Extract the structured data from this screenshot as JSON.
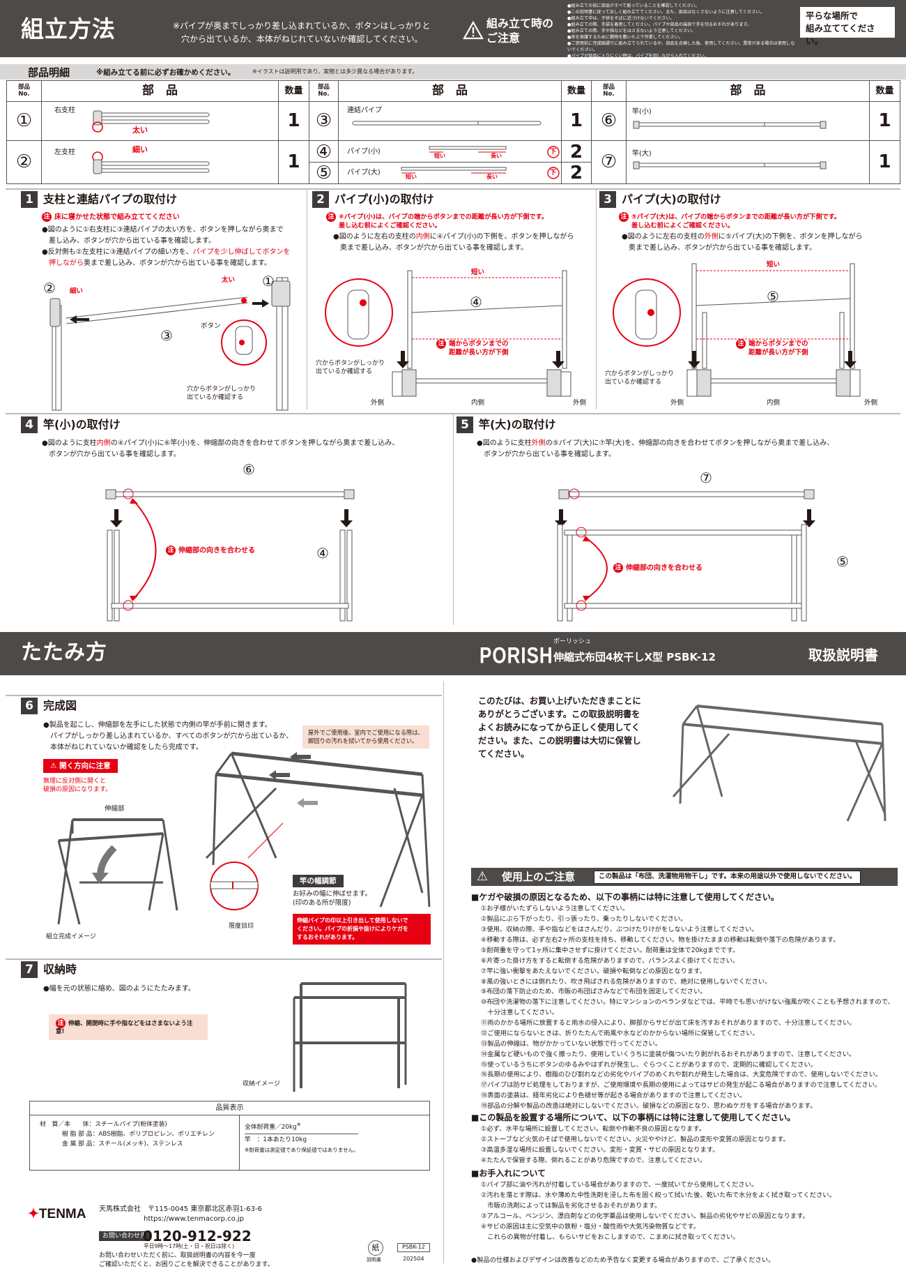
{
  "header": {
    "title": "組立方法",
    "note_line1": "※パイプが奥までしっかり差し込まれているか、ボタンはしっかりと",
    "note_line2": "穴から出ているか、本体がねじれていないか確認してください。",
    "caution_title_1": "組み立て時の",
    "caution_title_2": "ご注意",
    "caution_items": [
      "●組み立ての前に部品がすべて揃っていることを確認してください。",
      "●この説明書に従って正しく組み立ててください。また、部品はなくさないように注意してください。",
      "●組み立て中は、子供をそばに近づけないでください。",
      "●組み立ての際、手袋を着用してください。パイプや部品の端部で手を切るおそれがあります。",
      "●組み立ての際、手や指などをはさまないよう注意してください。",
      "●床を保護するために敷物を敷いた上で作業してください。",
      "●ご使用前に完成図通りに組み立てられているか、部品を点検した後、使用してください。異常がある場合は使用しないでください。",
      "●パイプが部品に入りにくい時は、パイプを回しながら入れてください。"
    ],
    "flat_place_1": "平らな場所で",
    "flat_place_2": "組み立ててください。"
  },
  "parts": {
    "title": "部品明細",
    "note": "※組み立てる前に必ずお確かめください。",
    "note_small": "※イラストは説明用であり、実物とは多少異なる場合があります。",
    "col_no_1": "部品",
    "col_no_2": "No.",
    "col_part": "部　品",
    "col_qty": "数量",
    "items": [
      {
        "no": "①",
        "name": "右支柱",
        "label": "太い",
        "qty": "1"
      },
      {
        "no": "②",
        "name": "左支柱",
        "label": "細い",
        "qty": "1"
      },
      {
        "no": "③",
        "name": "連結パイプ",
        "label": "",
        "qty": "1"
      },
      {
        "no": "④",
        "name": "パイプ(小)",
        "label_short": "短い",
        "label_long": "長い",
        "label_bottom": "下",
        "qty": "2"
      },
      {
        "no": "⑤",
        "name": "パイプ(大)",
        "label_short": "短い",
        "label_long": "長い",
        "label_bottom": "下",
        "qty": "2"
      },
      {
        "no": "⑥",
        "name": "竿(小)",
        "label": "",
        "qty": "1"
      },
      {
        "no": "⑦",
        "name": "竿(大)",
        "label": "",
        "qty": "1"
      }
    ]
  },
  "steps": [
    {
      "num": "1",
      "title": "支柱と連結パイプの取付け",
      "warning": "床に寝かせた状態で組み立ててください",
      "bullet1": "●図のように①右支柱に③連結パイプの太い方を、ボタンを押しながら奥まで",
      "bullet1b": "差し込み、ボタンが穴から出ている事を確認します。",
      "bullet2a": "●反対側も②左支柱に③連結パイプの細い方を、",
      "bullet2red": "パイプを少し伸ばしてボタンを",
      "bullet2red2": "押しながら",
      "bullet2b": "奥まで差し込み、ボタンが穴から出ている事を確認します。",
      "label_thin": "細い",
      "label_thick": "太い",
      "label_button": "ボタン",
      "label_check_1": "穴からボタンがしっかり",
      "label_check_2": "出ているか確認する",
      "n1": "①",
      "n2": "②",
      "n3": "③"
    },
    {
      "num": "2",
      "title": "パイプ(小)の取付け",
      "warning_1": "④パイプ(小)は、パイプの端からボタンまでの距離が長い方が下側です。",
      "warning_2": "差し込む前によくご確認ください。",
      "bullet_a": "●図のように左右の支柱の",
      "bullet_red": "内側",
      "bullet_b": "に④パイプ(小)の下側を、ボタンを押しながら",
      "bullet_c": "奥まで差し込み、ボタンが穴から出ている事を確認します。",
      "label_short": "短い",
      "label_long_1": "端からボタンまでの",
      "label_long_2": "距離が長い方が下側",
      "label_check_1": "穴からボタンがしっかり",
      "label_check_2": "出ているか確認する",
      "outer_l": "外側",
      "inner": "内側",
      "outer_r": "外側",
      "n": "④"
    },
    {
      "num": "3",
      "title": "パイプ(大)の取付け",
      "warning_1": "⑤パイプ(大)は、パイプの端からボタンまでの距離が長い方が下側です。",
      "warning_2": "差し込む前によくご確認ください。",
      "bullet_a": "●図のように左右の支柱の",
      "bullet_red": "外側",
      "bullet_b": "に⑤パイプ(大)の下側を、ボタンを押しながら",
      "bullet_c": "奥まで差し込み、ボタンが穴から出ている事を確認します。",
      "label_short": "短い",
      "label_long_1": "端からボタンまでの",
      "label_long_2": "距離が長い方が下側",
      "label_check_1": "穴からボタンがしっかり",
      "label_check_2": "出ているか確認する",
      "outer_l": "外側",
      "inner": "内側",
      "outer_r": "外側",
      "n": "⑤"
    },
    {
      "num": "4",
      "title": "竿(小)の取付け",
      "bullet_a": "●図のように支柱",
      "bullet_red": "内側",
      "bullet_b": "の④パイプ(小)に⑥竿(小)を、伸縮部の向きを合わせてボタンを押しながら奥まで差し込み、",
      "bullet_c": "ボタンが穴から出ている事を確認します。",
      "label_align": "伸縮部の向きを合わせる",
      "n_top": "⑥",
      "n_side": "④"
    },
    {
      "num": "5",
      "title": "竿(大)の取付け",
      "bullet_a": "●図のように支柱",
      "bullet_red": "外側",
      "bullet_b": "の⑤パイプ(大)に⑦竿(大)を、伸縮部の向きを合わせてボタンを押しながら奥まで差し込み、",
      "bullet_c": "ボタンが穴から出ている事を確認します。",
      "label_align": "伸縮部の向きを合わせる",
      "n_top": "⑦",
      "n_side": "⑤"
    }
  ],
  "fold_band": {
    "title": "たたみ方",
    "brand": "PORISH",
    "brand_kana": "ポーリッシュ",
    "product": "伸縮式布団4枚干しX型",
    "model": "PSBK-12",
    "manual": "取扱説明書"
  },
  "step6": {
    "num": "6",
    "title": "完成図",
    "bullet_1": "●製品を起こし、伸縮部を左手にした状態で内側の竿が手前に開きます。",
    "bullet_2": "パイプがしっかり差し込まれているか、すべてのボタンが穴から出ているか、",
    "bullet_3": "本体がねじれていないか確認をしたら完成です。",
    "open_caution": "開く方向に注意",
    "open_note_1": "無理に反対側に開くと",
    "open_note_2": "破損の原因になります。",
    "label_stretch": "伸縮部",
    "label_complete": "組立完成イメージ",
    "outdoor_1": "屋外でご使用後、室内でご使用になる際は、",
    "outdoor_2": "脚回りの汚れを拭いてから使用ください。",
    "width_title": "竿の幅調節",
    "width_1": "お好みの幅に伸ばせます。",
    "width_2": "(印のある所が限度)",
    "limit_mark": "限度目印",
    "width_warn_1": "伸縮パイプの印以上引き出して使用しないで",
    "width_warn_2": "ください。パイプの折損や抜けによりケガを",
    "width_warn_3": "するおそれがあります。"
  },
  "step7": {
    "num": "7",
    "title": "収納時",
    "bullet": "●幅を元の状態に縮め、図のようにたたみます。",
    "warn": "伸縮、開閉時に手や指などをはさまないよう注意!",
    "label_storage": "収納イメージ"
  },
  "quality": {
    "title": "品質表示",
    "row1_label": "材　質／本　　体：",
    "row1_value": "スチールパイプ(粉体塗装)",
    "row2_label": "樹 脂 部 品：",
    "row2_value": "ABS樹脂、ポリプロピレン、ポリエチレン",
    "row3_label": "金 属 部 品：",
    "row3_value": "スチール(メッキ)、ステンレス",
    "load_total": "全体耐荷重／20kg",
    "load_mark": "※",
    "load_pole": "竿　：1本あたり10kg",
    "load_note": "※耐荷重は測定値であり保証値ではありません。"
  },
  "company": {
    "logo": "TENMA",
    "name": "天馬株式会社",
    "address": "〒115-0045 東京都北区赤羽1-63-6",
    "url": "https://www.tenmacorp.co.jp",
    "inquiry_label": "お問い合わせ先",
    "phone": "0120-912-922",
    "hours": "平日9時〜17時(土・日・祝日は除く)",
    "contact_note_1": "お問い合わせいただく前に、取扱説明書の内容を今一度",
    "contact_note_2": "ご確認いただくと、お困りごとを解決できることがあります。",
    "paper_mark": "紙",
    "paper_label": "説明書",
    "code": "PSBK-12",
    "date": "202504"
  },
  "intro": {
    "line1": "このたびは、お買い上げいただきまことに",
    "line2": "ありがとうございます。この取扱説明書を",
    "line3": "よくお読みになってから正しく使用してく",
    "line4": "ださい。また、この説明書は大切に保管し",
    "line5": "てください。"
  },
  "usage": {
    "title": "使用上のご注意",
    "purpose": "この製品は「布団、洗濯物用物干し」です。本来の用途以外で使用しないでください。",
    "hdr1": "■ケガや破損の原因となるため、以下の事柄には特に注意して使用してください。",
    "items1": [
      "①お子様がいたずらしないよう注意してください。",
      "②製品にぶら下がったり、引っ張ったり、乗ったりしないでください。",
      "③使用、収納の際、手や指などをはさんだり、ぶつけたりけがをしないよう注意してください。",
      "④移動する際は、必ず左右2ヶ所の支柱を持ち、移動してください。物を掛けたままの移動は転倒や落下の危険があります。",
      "⑤耐荷重を守って1ヶ所に集中させずに掛けてください。耐荷重は全体で20kgまでです。",
      "⑥片寄った掛け方をすると転倒する危険がありますので、バランスよく掛けてください。",
      "⑦竿に強い衝撃をあたえないでください。破損や転倒などの原因となります。",
      "⑧風の強いときには倒れたり、吹き飛ばされる危険がありますので、絶対に使用しないでください。",
      "⑨布団の落下防止のため、市販の布団ばさみなどで布団を固定してください。",
      "⑩布団や洗濯物の落下に注意してください。特にマンションのベランダなどでは、平時でも思いがけない強風が吹くことも予想されますので、",
      "　十分注意してください。",
      "⑪雨のかかる場所に放置すると雨水の侵入により、脚部からサビが出て床を汚すおそれがありますので、十分注意してください。",
      "⑫ご使用にならないときは、折りたたんで雨風や水などのかからない場所に保管してください。",
      "⑬製品の伸縮は、物がかかっていない状態で行ってください。",
      "⑭金属など硬いもので強く擦ったり、使用していくうちに塗装が傷ついたり剥がれるおそれがありますので、注意してください。",
      "⑮使っているうちにボタンのゆるみやはずれが発生し、ぐらつくことがありますので、定期的に確認してください。",
      "⑯長期の使用により、樹脂のひび割れなどの劣化やパイプのめくれや割れが発生した場合は、大変危険ですので、使用しないでください。",
      "⑰パイプは防サビ処理をしておりますが、ご使用環境や長期の使用によってはサビの発生が起こる場合がありますので注意してください。",
      "⑱表面の塗装は、経年劣化により色褪せ等が起きる場合がありますので注意してください。",
      "⑲部品の分解や製品の改造は絶対にしないでください。破損などの原因となり、思わぬケガをする場合があります。"
    ],
    "hdr2": "■この製品を設置する場所について、以下の事柄には特に注意して使用してください。",
    "items2": [
      "①必ず、水平な場所に設置してください。転倒や作動不良の原因となります。",
      "②ストーブなど火気のそばで使用しないでください。火災ややけど、製品の変形や変質の原因となります。",
      "③高温多湿な場所に設置しないでください。変形・変質・サビの原因となります。",
      "④たたんで保管する際、倒れることがあり危険ですので、注意してください。"
    ],
    "hdr3": "■お手入れについて",
    "items3": [
      "①パイプ部に油や汚れが付着している場合がありますので、一度拭いてから使用してください。",
      "②汚れを落とす際は、水や薄めた中性洗剤を浸した布を固く絞って拭いた後、乾いた布で水分をよく拭き取ってください。",
      "　市販の洗剤によっては製品を劣化させるおそれがあります。",
      "③アルコール、ベンジン、漂白剤などの化学薬品は使用しないでください。製品の劣化やサビの原因となります。",
      "④サビの原因は主に空気中の鉄粉・塩分・酸性雨や大気汚染物質などです。",
      "　これらの異物が付着し、もらいサビをおこしますので、こまめに拭き取ってください。"
    ],
    "footer": "●製品の仕様およびデザインは改善などのため予告なく変更する場合がありますので、ご了承ください。"
  },
  "colors": {
    "band": "#4d4a48",
    "red": "#e60012",
    "gray_strip": "#d9d8d7",
    "salmon": "#f8ded3"
  }
}
